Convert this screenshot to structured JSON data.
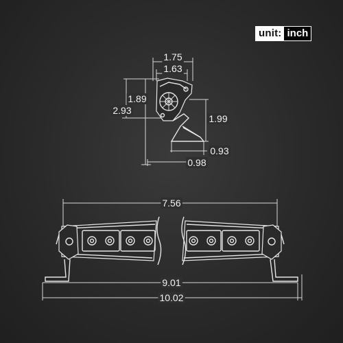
{
  "unit_badge": {
    "label": "unit:",
    "value": "inch"
  },
  "side_view": {
    "width_outer": "1.75",
    "width_inner": "1.63",
    "height_upper": "1.89",
    "height_total": "2.93",
    "height_mount": "1.99",
    "base_inner": "0.93",
    "base_outer": "0.98"
  },
  "front_view": {
    "lens_length": "7.56",
    "mount_length": "9.01",
    "overall_length": "10.02"
  }
}
